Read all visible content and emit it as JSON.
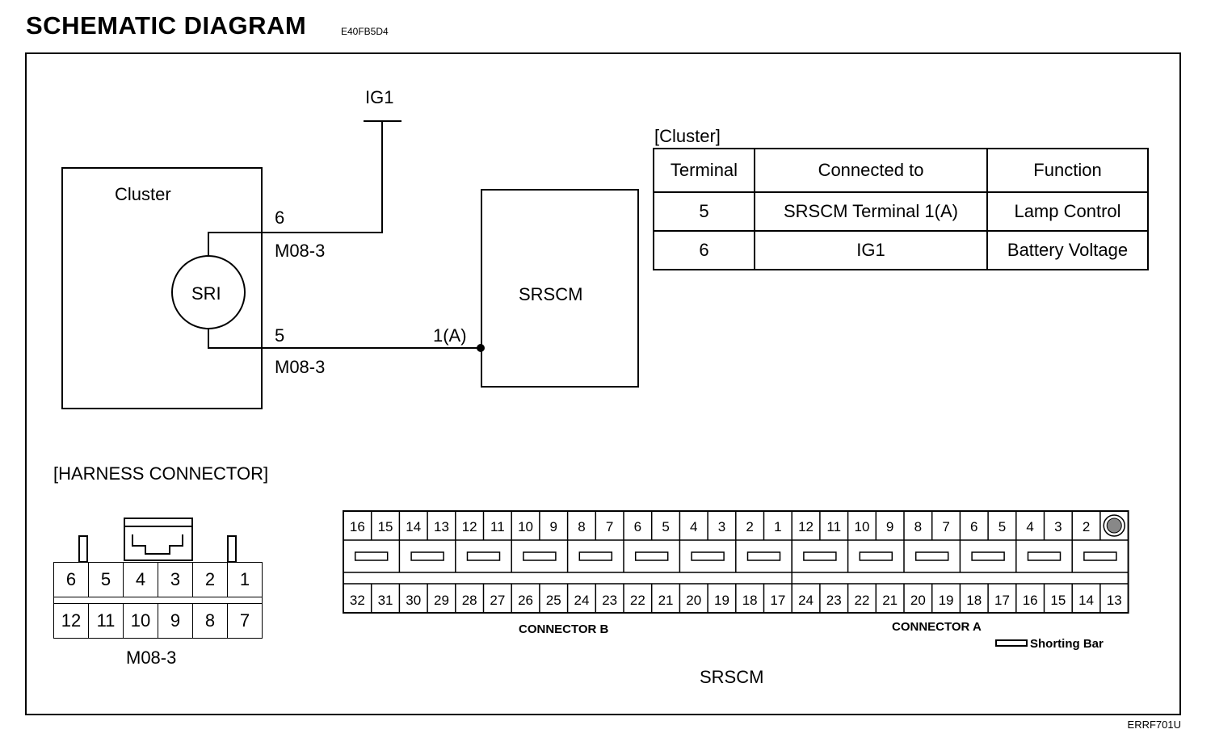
{
  "header": {
    "title": "SCHEMATIC  DIAGRAM",
    "code": "E40FB5D4",
    "ref": "ERRF701U"
  },
  "schematic": {
    "power_label": "IG1",
    "cluster_label": "Cluster",
    "lamp_label": "SRI",
    "pin_top": "6",
    "pin_top_connector": "M08-3",
    "pin_bottom": "5",
    "pin_bottom_connector": "M08-3",
    "srscm_pin": "1(A)",
    "srscm_label": "SRSCM"
  },
  "cluster_table": {
    "caption": "[Cluster]",
    "headers": [
      "Terminal",
      "Connected to",
      "Function"
    ],
    "rows": [
      [
        "5",
        "SRSCM Terminal 1(A)",
        "Lamp Control"
      ],
      [
        "6",
        "IG1",
        "Battery Voltage"
      ]
    ]
  },
  "harness": {
    "heading": "[HARNESS CONNECTOR]",
    "m08_top": [
      "6",
      "5",
      "4",
      "3",
      "2",
      "1"
    ],
    "m08_bottom": [
      "12",
      "11",
      "10",
      "9",
      "8",
      "7"
    ],
    "m08_label": "M08-3",
    "conn_b_top": [
      "16",
      "15",
      "14",
      "13",
      "12",
      "11",
      "10",
      "9",
      "8",
      "7",
      "6",
      "5",
      "4",
      "3",
      "2",
      "1"
    ],
    "conn_b_bottom": [
      "32",
      "31",
      "30",
      "29",
      "28",
      "27",
      "26",
      "25",
      "24",
      "23",
      "22",
      "21",
      "20",
      "19",
      "18",
      "17"
    ],
    "conn_a_top": [
      "12",
      "11",
      "10",
      "9",
      "8",
      "7",
      "6",
      "5",
      "4",
      "3",
      "2"
    ],
    "conn_a_bottom": [
      "24",
      "23",
      "22",
      "21",
      "20",
      "19",
      "18",
      "17",
      "16",
      "15",
      "14",
      "13"
    ],
    "conn_b_label": "CONNECTOR B",
    "conn_a_label": "CONNECTOR A",
    "shorting_bar_label": "Shorting Bar",
    "srscm_label": "SRSCM"
  }
}
